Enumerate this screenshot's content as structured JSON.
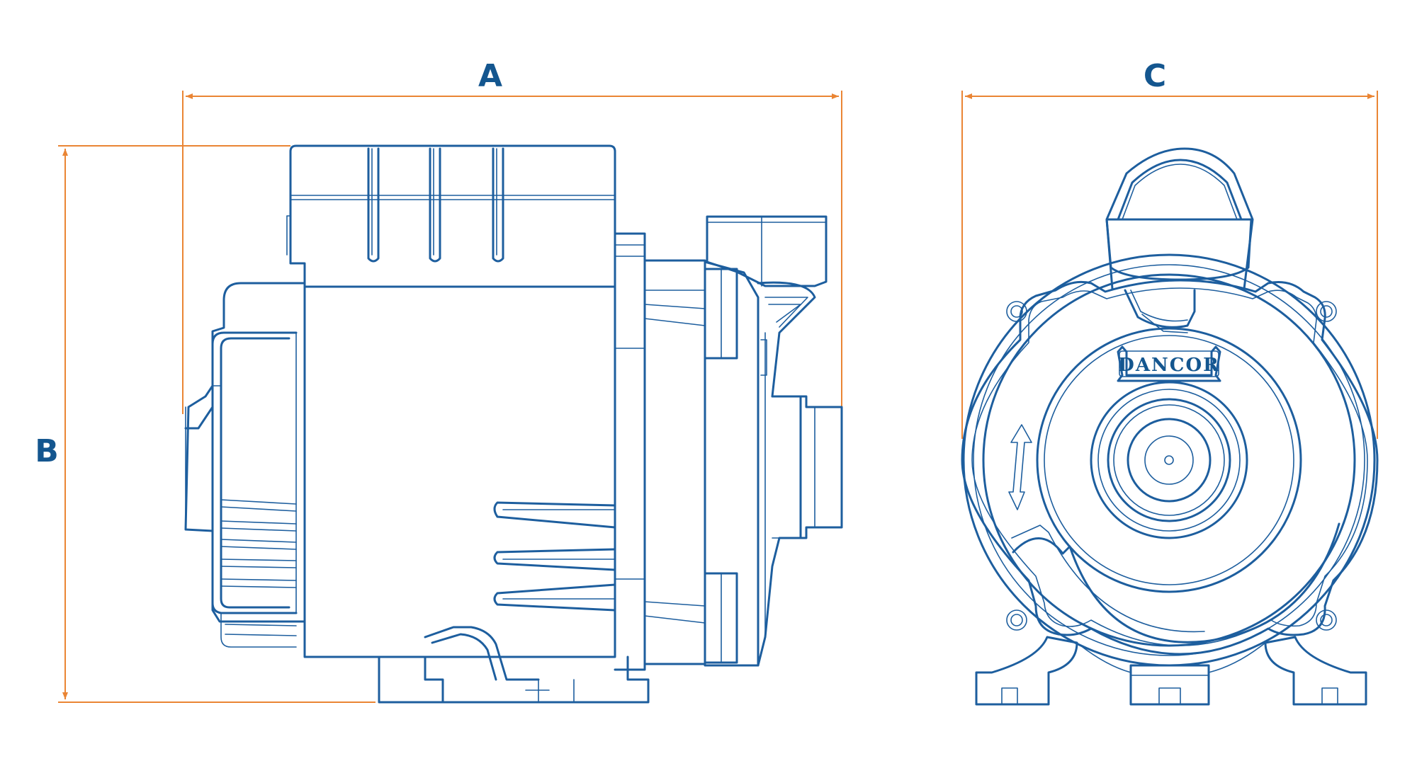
{
  "diagram": {
    "dimensions": {
      "a": "A",
      "b": "B",
      "c": "C"
    },
    "brand": "DANCOR"
  },
  "colors": {
    "outline": "#1d5e9e",
    "dimension": "#ea8534",
    "label": "#14568f"
  },
  "icons": {
    "rotation": "rotation-arrow-icon"
  }
}
